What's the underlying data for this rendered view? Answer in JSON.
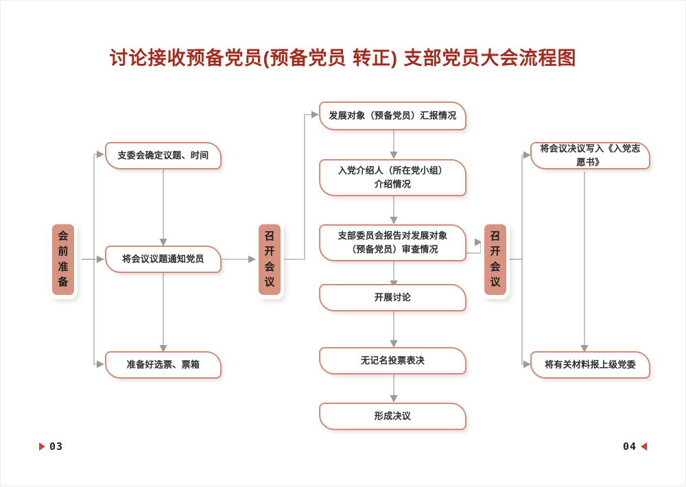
{
  "page": {
    "title": "讨论接收预备党员(预备党员 转正) 支部党员大会流程图",
    "title_color": "#a32b1e",
    "accent_fill": "#d79280",
    "accent_border": "#d28a76",
    "page_left": "03",
    "page_right": "04"
  },
  "stages": [
    {
      "id": "pre-meeting",
      "chars": [
        "会",
        "前",
        "准",
        "备"
      ],
      "text": "会前准备"
    },
    {
      "id": "hold-meeting-left",
      "chars": [
        "召",
        "开",
        "会",
        "议"
      ],
      "text": "召开会议"
    },
    {
      "id": "hold-meeting-right",
      "chars": [
        "召",
        "开",
        "会",
        "议"
      ],
      "text": "召开会议"
    }
  ],
  "nodes": [
    {
      "id": "n1",
      "lines": [
        "支委会确定议题、时间"
      ]
    },
    {
      "id": "n2",
      "lines": [
        "将会议议题通知党员"
      ]
    },
    {
      "id": "n3",
      "lines": [
        "准备好选票、票箱"
      ]
    },
    {
      "id": "n4",
      "lines": [
        "发展对象（预备党员）汇报情况"
      ]
    },
    {
      "id": "n5",
      "lines": [
        "入党介绍人（所在党小组）",
        "介绍情况"
      ]
    },
    {
      "id": "n6",
      "lines": [
        "支部委员会报告对发展对象",
        "（预备党员）审查情况"
      ]
    },
    {
      "id": "n7",
      "lines": [
        "开展讨论"
      ]
    },
    {
      "id": "n8",
      "lines": [
        "无记名投票表决"
      ]
    },
    {
      "id": "n9",
      "lines": [
        "形成决议"
      ]
    },
    {
      "id": "n10",
      "lines": [
        "将会议决议写入《入党志愿书》"
      ]
    },
    {
      "id": "n11",
      "lines": [
        "将有关材料报上级党委"
      ]
    }
  ],
  "icons": {
    "page_prev": "triangle-right-icon",
    "page_next": "triangle-left-icon",
    "arrow": "arrow-head-icon"
  }
}
